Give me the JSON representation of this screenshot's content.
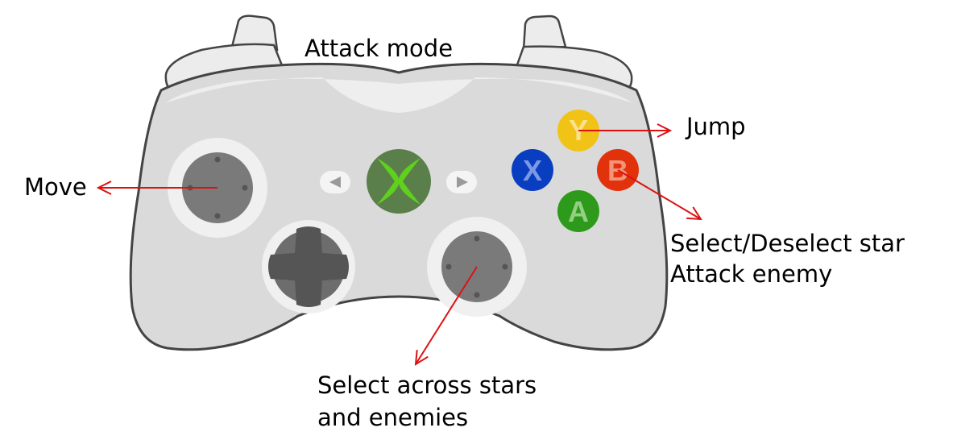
{
  "labels": {
    "attack_mode": "Attack mode",
    "move": "Move",
    "jump": "Jump",
    "b_line1": "Select/Deselect star",
    "b_line2": "Attack enemy",
    "rstick_line1": "Select across stars",
    "rstick_line2": "and enemies"
  },
  "buttons": {
    "y": "Y",
    "x": "X",
    "b": "B",
    "a": "A"
  },
  "colors": {
    "arrow": "#dd1111",
    "button_y": "#f2c317",
    "button_x": "#0a3ec0",
    "button_b": "#e1320c",
    "button_a": "#2e9a1c",
    "guide_button": "#5b7f4b",
    "guide_x": "#5fd11c",
    "controller_body": "#dadada",
    "controller_outline": "#444444"
  },
  "icons": {
    "guide": "xbox-guide-icon",
    "back": "back-triangle-icon",
    "start": "start-triangle-icon"
  }
}
